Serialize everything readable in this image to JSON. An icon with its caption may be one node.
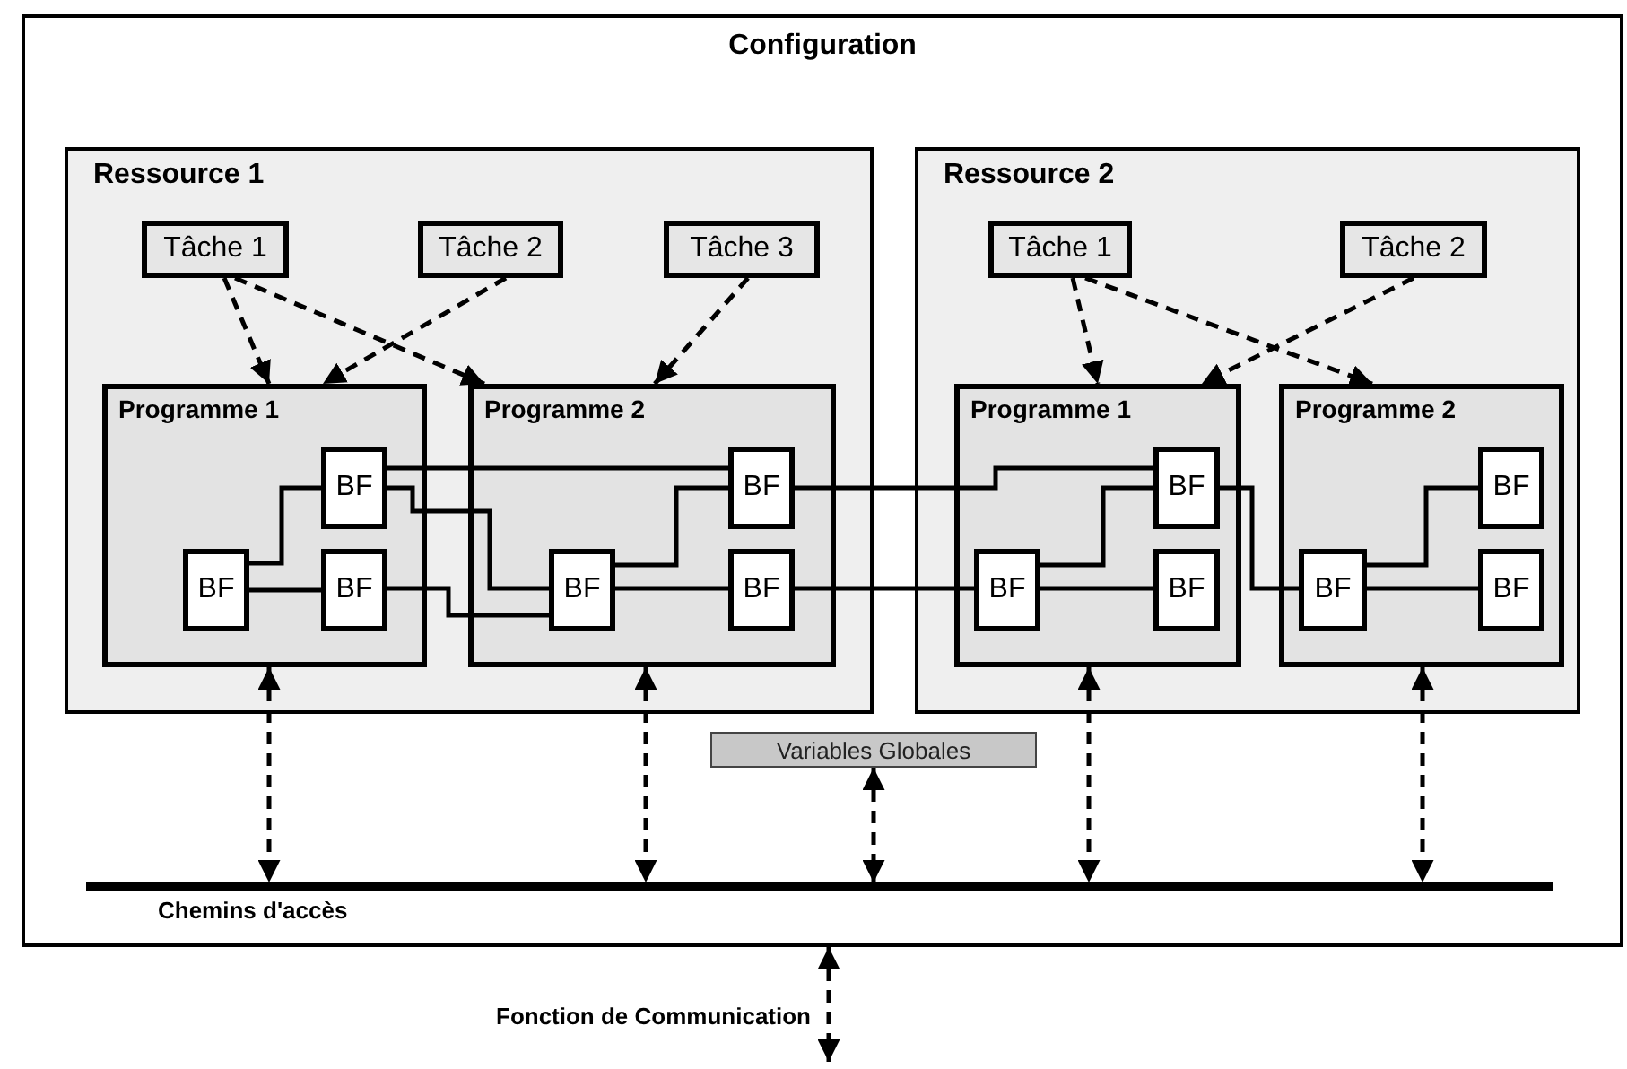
{
  "diagram": {
    "nodes": [
      {
        "text": [
          "Configuration"
        ]
      },
      {
        "text": [
          "Ressource 1"
        ],
        "in": 0
      },
      {
        "text": [
          "Tâche 1"
        ],
        "in": 1
      },
      {
        "text": [
          "Tâche 2"
        ],
        "in": 1
      },
      {
        "text": [
          "Tâche 3"
        ],
        "in": 1
      },
      {
        "text": [
          "Programme 1"
        ],
        "in": 1
      },
      {
        "text": [
          "BF"
        ],
        "in": 5
      },
      {
        "text": [
          "BF"
        ],
        "in": 5
      },
      {
        "text": [
          "BF"
        ],
        "in": 5
      },
      {
        "text": [
          "Programme 2"
        ],
        "in": 1
      },
      {
        "text": [
          "BF"
        ],
        "in": 9
      },
      {
        "text": [
          "BF"
        ],
        "in": 9
      },
      {
        "text": [
          "BF"
        ],
        "in": 9
      },
      {
        "text": [
          "Ressource 2"
        ],
        "in": 0
      },
      {
        "text": [
          "Tâche 1"
        ],
        "in": 13
      },
      {
        "text": [
          "Tâche 2"
        ],
        "in": 13
      },
      {
        "text": [
          "Programme 1"
        ],
        "in": 13
      },
      {
        "text": [
          "BF"
        ],
        "in": 16
      },
      {
        "text": [
          "BF"
        ],
        "in": 16
      },
      {
        "text": [
          "BF"
        ],
        "in": 16
      },
      {
        "text": [
          "Programme 2"
        ],
        "in": 13
      },
      {
        "text": [
          "BF"
        ],
        "in": 20
      },
      {
        "text": [
          "BF"
        ],
        "in": 20
      },
      {
        "text": [
          "BF"
        ],
        "in": 20
      },
      {
        "text": [
          "Variables Globales"
        ],
        "in": 0
      },
      {
        "text": [
          "Chemins d'accès"
        ],
        "in": 0
      }
    ],
    "edges": [
      {
        "from": 2,
        "to": 5,
        "arrow": "to",
        "style": "dashed"
      },
      {
        "from": 2,
        "to": 9,
        "arrow": "to",
        "style": "dashed"
      },
      {
        "from": 3,
        "to": 5,
        "arrow": "to",
        "style": "dashed"
      },
      {
        "from": 4,
        "to": 9,
        "arrow": "to",
        "style": "dashed"
      },
      {
        "from": 14,
        "to": 16,
        "arrow": "to",
        "style": "dashed"
      },
      {
        "from": 14,
        "to": 20,
        "arrow": "to",
        "style": "dashed"
      },
      {
        "from": 15,
        "to": 16,
        "arrow": "to",
        "style": "dashed"
      },
      {
        "from": 7,
        "to": 6,
        "arrow": "none"
      },
      {
        "from": 7,
        "to": 8,
        "arrow": "none"
      },
      {
        "from": 6,
        "to": 11,
        "arrow": "none"
      },
      {
        "from": 6,
        "to": 10,
        "arrow": "none"
      },
      {
        "from": 8,
        "to": 10,
        "arrow": "none"
      },
      {
        "from": 10,
        "to": 11,
        "arrow": "none"
      },
      {
        "from": 10,
        "to": 12,
        "arrow": "none"
      },
      {
        "from": 11,
        "to": 17,
        "arrow": "none"
      },
      {
        "from": 12,
        "to": 18,
        "arrow": "none"
      },
      {
        "from": 18,
        "to": 17,
        "arrow": "none"
      },
      {
        "from": 18,
        "to": 19,
        "arrow": "none"
      },
      {
        "from": 17,
        "to": 21,
        "arrow": "none"
      },
      {
        "from": 21,
        "to": 22,
        "arrow": "none"
      },
      {
        "from": 21,
        "to": 23,
        "arrow": "none"
      },
      {
        "from": 5,
        "to": 25,
        "arrow": "both",
        "style": "dashed"
      },
      {
        "from": 9,
        "to": 25,
        "arrow": "both",
        "style": "dashed"
      },
      {
        "from": 24,
        "to": 25,
        "arrow": "both",
        "style": "dashed"
      },
      {
        "from": 16,
        "to": 25,
        "arrow": "both",
        "style": "dashed"
      },
      {
        "from": 20,
        "to": 25,
        "arrow": "both",
        "style": "dashed"
      },
      {
        "from": 0,
        "to": null,
        "arrow": "both",
        "style": "dashed",
        "label": "Fonction de Communication"
      }
    ]
  }
}
